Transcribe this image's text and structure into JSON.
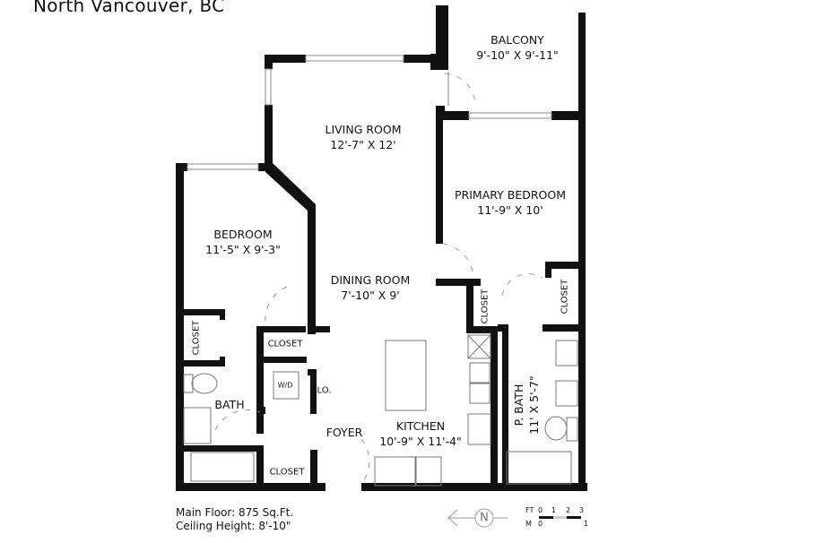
{
  "title": "North Vancouver, BC",
  "rooms": {
    "balcony": {
      "name": "BALCONY",
      "dims": "9'-10\" X 9'-11\""
    },
    "living": {
      "name": "LIVING ROOM",
      "dims": "12'-7\" X 12'"
    },
    "primary_bedroom": {
      "name": "PRIMARY BEDROOM",
      "dims": "11'-9\" X 10'"
    },
    "bedroom": {
      "name": "BEDROOM",
      "dims": "11'-5\" X 9'-3\""
    },
    "dining": {
      "name": "DINING ROOM",
      "dims": "7'-10\" X 9'"
    },
    "kitchen": {
      "name": "KITCHEN",
      "dims": "10'-9\" X 11'-4\""
    },
    "foyer": {
      "name": "FOYER"
    },
    "bath": {
      "name": "BATH"
    },
    "p_bath": {
      "name": "P. BATH",
      "dims": "11' X 5'-7\""
    },
    "wd": "W/D",
    "clo": "CLO.",
    "closets": [
      "CLOSET",
      "CLOSET",
      "CLOSET",
      "CLOSET",
      "CLOSET"
    ]
  },
  "footer": {
    "main_floor": "Main Floor: 875 Sq.Ft.",
    "ceiling_height": "Ceiling Height: 8'-10\""
  },
  "compass": {
    "label": "N",
    "icon": "north-arrow-icon"
  },
  "scale": {
    "ft_label": "FT",
    "ft_ticks": [
      "0",
      "1",
      "2",
      "3"
    ],
    "m_label": "M",
    "m_ticks": [
      "0",
      "1"
    ]
  }
}
